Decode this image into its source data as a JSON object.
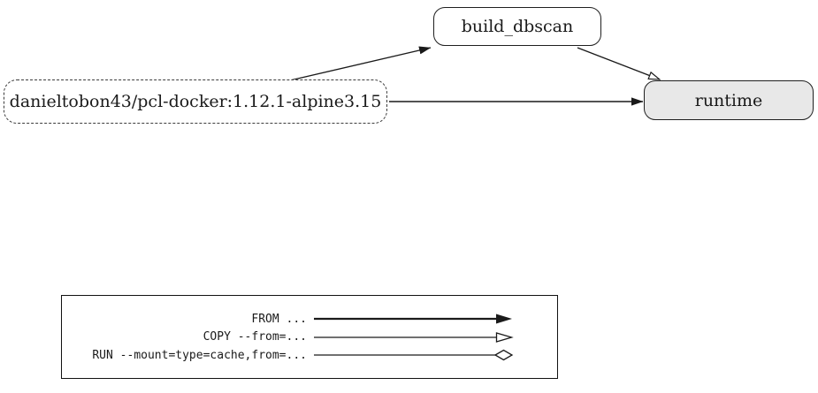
{
  "diagram": {
    "nodes": [
      {
        "id": "base-image",
        "label": "danieltobon43/pcl-docker:1.12.1-alpine3.15",
        "shape": "rounded-rect-dashed",
        "fill": "#ffffff"
      },
      {
        "id": "build_dbscan",
        "label": "build_dbscan",
        "shape": "rounded-rect",
        "fill": "#ffffff"
      },
      {
        "id": "runtime",
        "label": "runtime",
        "shape": "rounded-rect",
        "fill": "#e8e8e8"
      }
    ],
    "edges": [
      {
        "from": "base-image",
        "to": "build_dbscan",
        "arrowhead": "filled"
      },
      {
        "from": "base-image",
        "to": "runtime",
        "arrowhead": "filled"
      },
      {
        "from": "build_dbscan",
        "to": "runtime",
        "arrowhead": "open"
      }
    ],
    "legend": {
      "items": [
        {
          "label": "FROM ...",
          "arrowhead": "filled"
        },
        {
          "label": "COPY --from=...",
          "arrowhead": "open"
        },
        {
          "label": "RUN --mount=type=cache,from=...",
          "arrowhead": "diamond"
        }
      ]
    },
    "colors": {
      "stroke": "#1a1a1a",
      "runtime_fill": "#e8e8e8",
      "background": "#ffffff"
    }
  }
}
